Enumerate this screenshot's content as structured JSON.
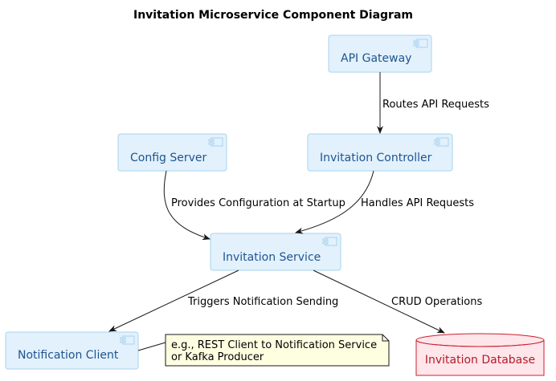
{
  "title": "Invitation Microservice Component Diagram",
  "colors": {
    "component_fill": "#e2f1fc",
    "component_border": "#a8d3ef",
    "component_text": "#1f5490",
    "database_fill": "#ffe6ea",
    "database_border": "#c8202e",
    "database_text": "#b31b2b",
    "note_fill": "#fefee1",
    "note_border": "#181818",
    "edge": "#181818"
  },
  "components": {
    "api_gateway": "API Gateway",
    "config_server": "Config Server",
    "invitation_controller": "Invitation Controller",
    "invitation_service": "Invitation Service",
    "notification_client": "Notification Client"
  },
  "database": {
    "invitation_database": "Invitation Database"
  },
  "edges": {
    "gateway_to_controller": "Routes API Requests",
    "config_to_service": "Provides Configuration at Startup",
    "controller_to_service": "Handles API Requests",
    "service_to_notification": "Triggers Notification Sending",
    "service_to_database": "CRUD Operations"
  },
  "note": {
    "line1": "e.g., REST Client to Notification Service",
    "line2": "or Kafka Producer"
  },
  "icons": {
    "component": "component-icon"
  }
}
